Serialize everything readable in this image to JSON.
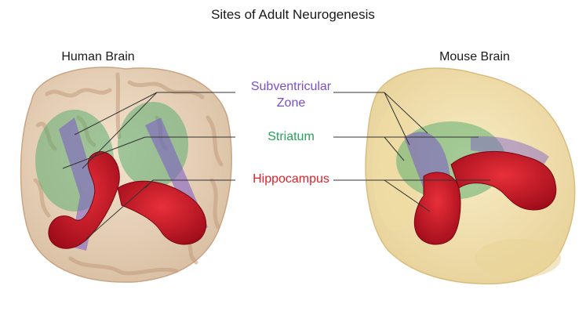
{
  "title": "Sites of Adult Neurogenesis",
  "brains": {
    "human": "Human Brain",
    "mouse": "Mouse Brain"
  },
  "regions": {
    "svz_line1": "Subventricular",
    "svz_line2": "Zone",
    "striatum": "Striatum",
    "hippocampus": "Hippocampus"
  },
  "colors": {
    "svz": "#7b4fc9",
    "striatum": "#27a35a",
    "hippocampus": "#e3202a",
    "human_brain": "#f0dcc3",
    "mouse_brain": "#f6e7b4"
  }
}
